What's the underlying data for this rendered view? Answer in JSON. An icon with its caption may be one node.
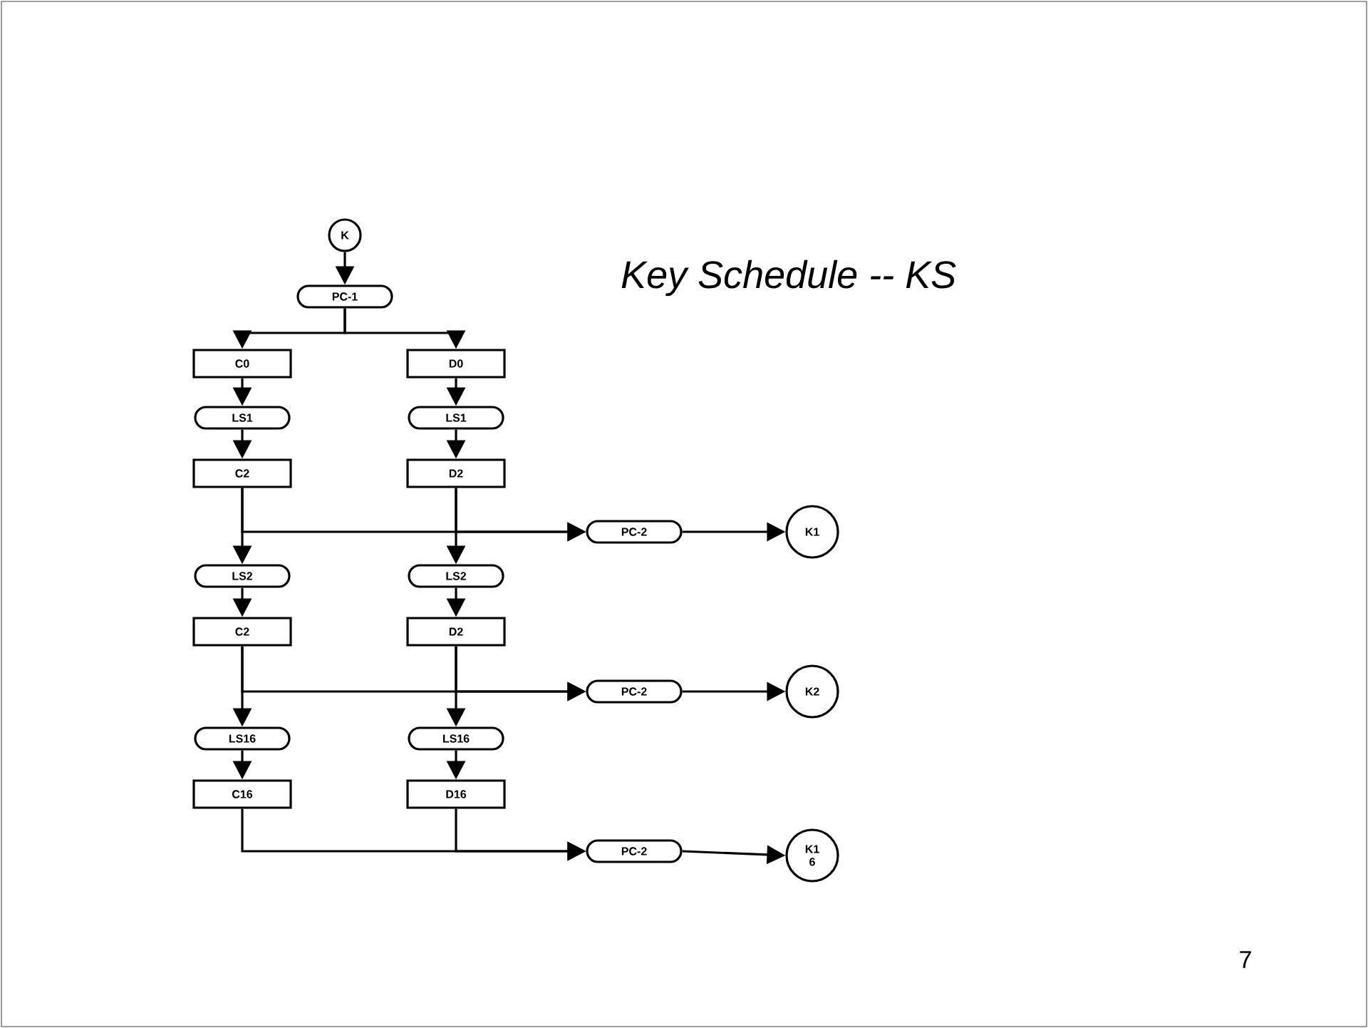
{
  "diagram": {
    "title": "Key Schedule -- KS",
    "nodes": [
      {
        "text": [
          "K"
        ]
      },
      {
        "text": [
          "PC-1"
        ]
      },
      {
        "text": [
          "C0"
        ]
      },
      {
        "text": [
          "D0"
        ]
      },
      {
        "text": [
          "LS1"
        ]
      },
      {
        "text": [
          "LS1"
        ]
      },
      {
        "text": [
          "C2"
        ]
      },
      {
        "text": [
          "D2"
        ]
      },
      {
        "text": [
          "PC-2"
        ]
      },
      {
        "text": [
          "K1"
        ]
      },
      {
        "text": [
          "LS2"
        ]
      },
      {
        "text": [
          "LS2"
        ]
      },
      {
        "text": [
          "C2"
        ]
      },
      {
        "text": [
          "D2"
        ]
      },
      {
        "text": [
          "PC-2"
        ]
      },
      {
        "text": [
          "K2"
        ]
      },
      {
        "text": [
          "LS16"
        ]
      },
      {
        "text": [
          "LS16"
        ]
      },
      {
        "text": [
          "C16"
        ]
      },
      {
        "text": [
          "D16"
        ]
      },
      {
        "text": [
          "PC-2"
        ]
      },
      {
        "text": [
          "K1 6"
        ]
      }
    ],
    "edges": [
      {
        "from": 0,
        "to": 1,
        "arrow": "to"
      },
      {
        "from": 1,
        "to": 2,
        "arrow": "to"
      },
      {
        "from": 1,
        "to": 3,
        "arrow": "to"
      },
      {
        "from": 2,
        "to": 4,
        "arrow": "to"
      },
      {
        "from": 3,
        "to": 5,
        "arrow": "to"
      },
      {
        "from": 4,
        "to": 6,
        "arrow": "to"
      },
      {
        "from": 5,
        "to": 7,
        "arrow": "to"
      },
      {
        "from": 6,
        "to": 8,
        "arrow": "to"
      },
      {
        "from": 7,
        "to": 8,
        "arrow": "to"
      },
      {
        "from": 8,
        "to": 9,
        "arrow": "to"
      },
      {
        "from": 6,
        "to": 10,
        "arrow": "to"
      },
      {
        "from": 7,
        "to": 11,
        "arrow": "to"
      },
      {
        "from": 10,
        "to": 12,
        "arrow": "to"
      },
      {
        "from": 11,
        "to": 13,
        "arrow": "to"
      },
      {
        "from": 12,
        "to": 14,
        "arrow": "to"
      },
      {
        "from": 13,
        "to": 14,
        "arrow": "to"
      },
      {
        "from": 14,
        "to": 15,
        "arrow": "to"
      },
      {
        "from": 12,
        "to": 16,
        "arrow": "to"
      },
      {
        "from": 13,
        "to": 17,
        "arrow": "to"
      },
      {
        "from": 16,
        "to": 18,
        "arrow": "to"
      },
      {
        "from": 17,
        "to": 19,
        "arrow": "to"
      },
      {
        "from": 18,
        "to": 20,
        "arrow": "to"
      },
      {
        "from": 19,
        "to": 20,
        "arrow": "to"
      },
      {
        "from": 20,
        "to": 21,
        "arrow": "to"
      }
    ],
    "labels": [
      "7"
    ]
  }
}
